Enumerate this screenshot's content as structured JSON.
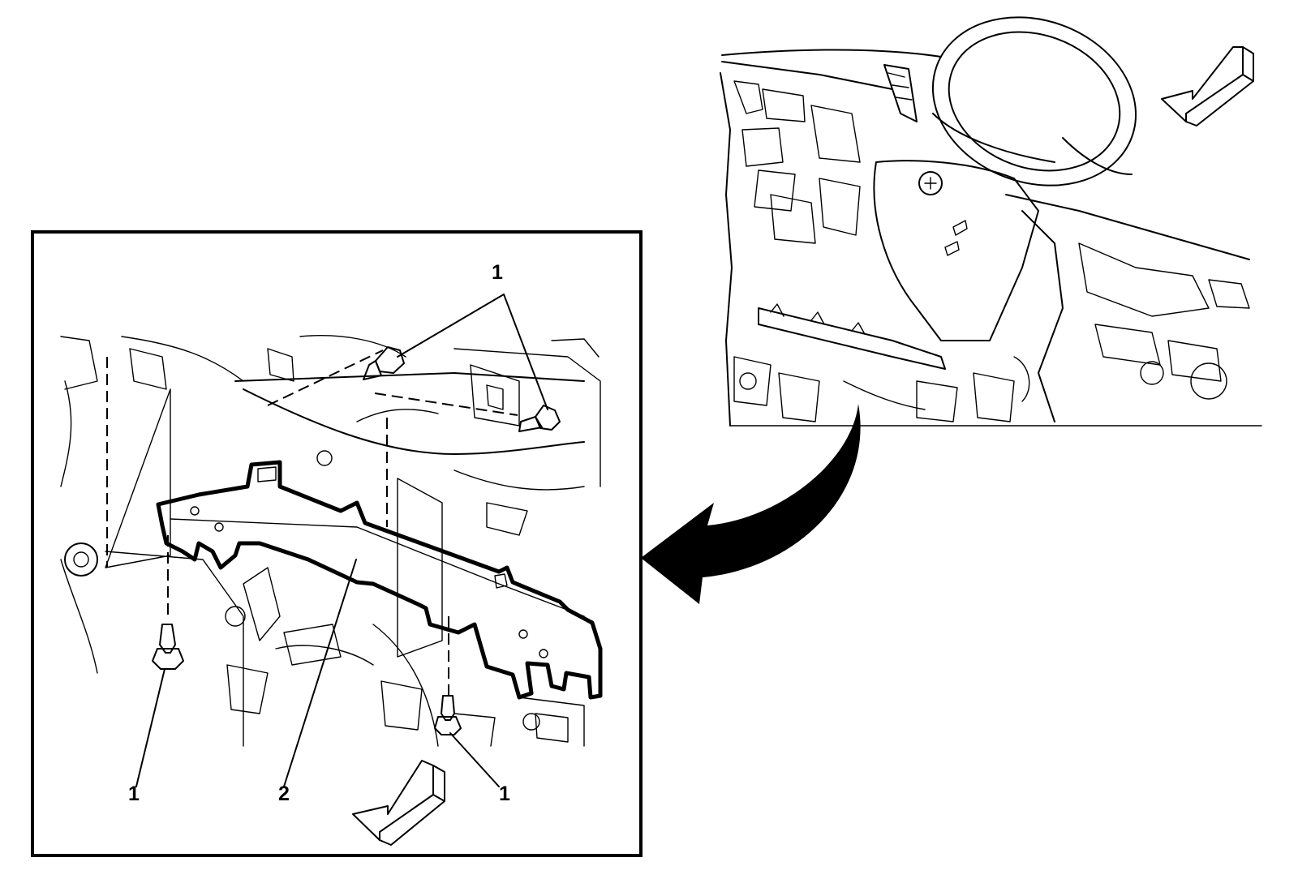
{
  "callouts": [
    {
      "id": "fastener-top",
      "label": "1"
    },
    {
      "id": "fastener-bottom-left",
      "label": "1"
    },
    {
      "id": "bracket",
      "label": "2"
    },
    {
      "id": "fastener-bottom-right",
      "label": "1"
    }
  ],
  "icons": [
    "direction-arrow-top-right",
    "direction-arrow-inset",
    "detail-transition-arrow"
  ]
}
